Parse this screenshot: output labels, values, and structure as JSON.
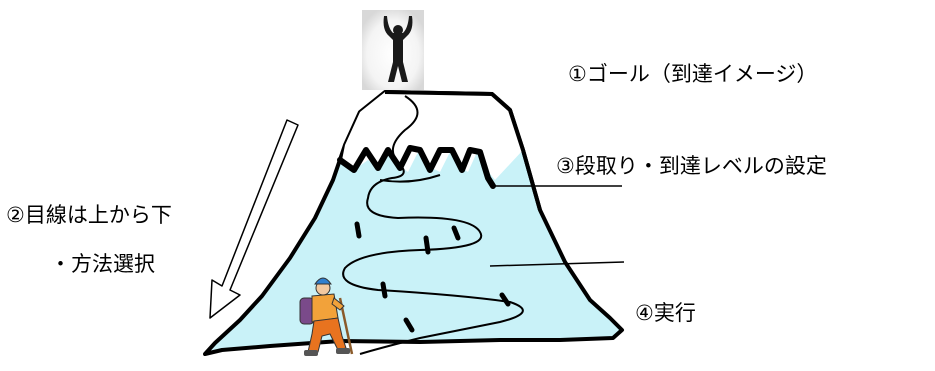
{
  "labels": {
    "goal": "①ゴール（到達イメージ）",
    "steps": "③段取り・到達レベルの設定",
    "gaze": "②目線は上から下",
    "method": "・方法選択",
    "execute": "④実行"
  },
  "colors": {
    "mountain_fill": "#c9f2f8",
    "snow_fill": "#ffffff",
    "outline": "#000000",
    "hiker_jacket": "#f2a23a",
    "hiker_pants": "#e8731f",
    "hiker_pack": "#7a4a8a"
  },
  "icons": {
    "goal_figure": "person-arms-raised-icon",
    "hiker": "hiker-icon",
    "arrow": "down-left-arrow-icon"
  }
}
